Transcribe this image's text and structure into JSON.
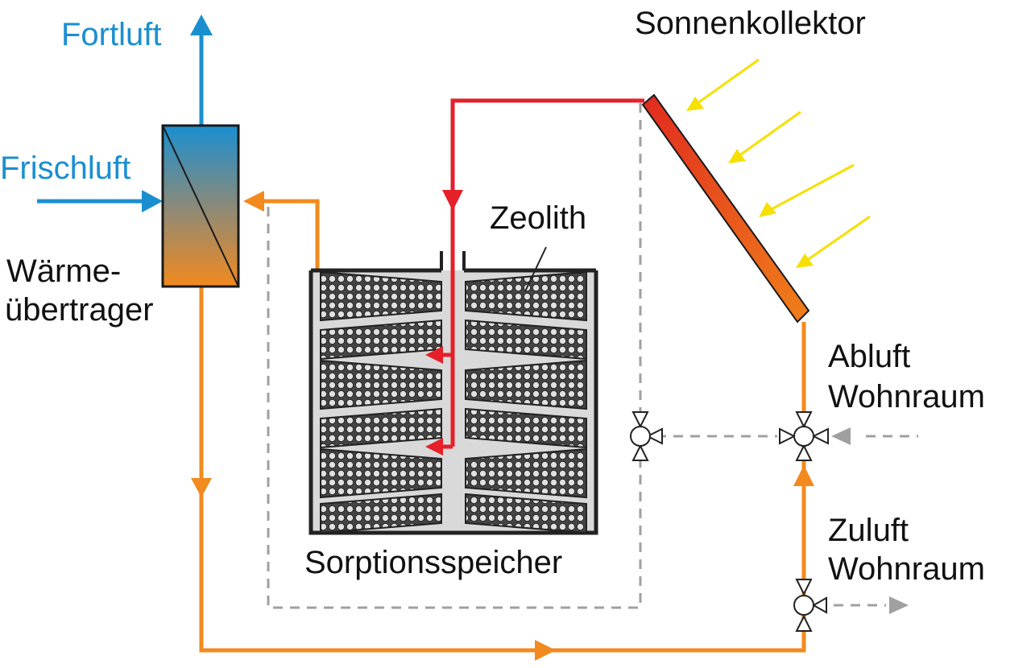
{
  "labels": {
    "fortluft": "Fortluft",
    "frischluft": "Frischluft",
    "waerme_line1": "Wärme-",
    "waerme_line2": "übertrager",
    "sonnenkollektor": "Sonnenkollektor",
    "zeolith": "Zeolith",
    "sorptionsspeicher": "Sorptionsspeicher",
    "abluft_line1": "Abluft",
    "abluft_line2": "Wohnraum",
    "zuluft_line1": "Zuluft",
    "zuluft_line2": "Wohnraum"
  },
  "colors": {
    "blue": "#1a8fd0",
    "orange": "#f28a1e",
    "red": "#e5202a",
    "gray": "#a0a0a0",
    "yellow": "#f5e000",
    "dark": "#2b2b2b",
    "tank_fill": "#d9d9d9"
  }
}
